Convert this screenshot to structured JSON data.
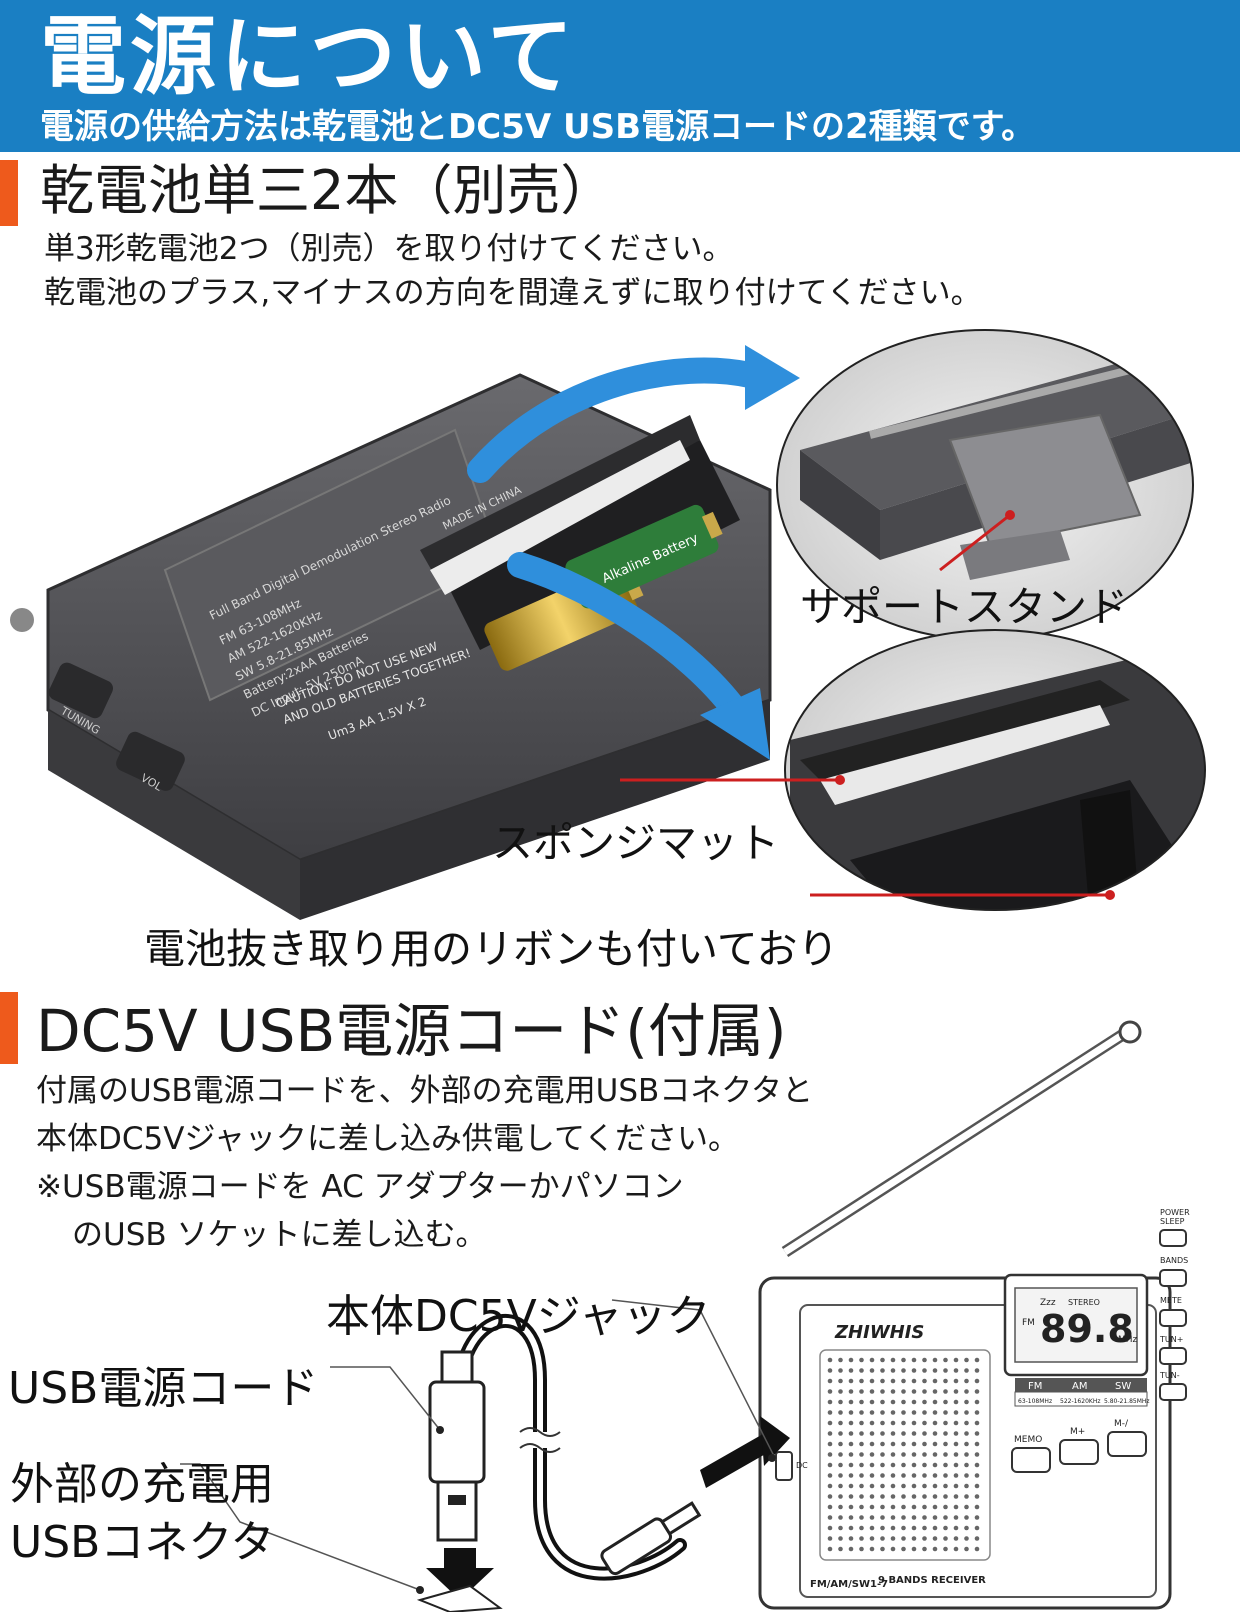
{
  "header": {
    "title": "電源について",
    "subtitle": "電源の供給方法は乾電池とDC5V USB電源コードの2種類です。"
  },
  "battery_section": {
    "heading": "乾電池単三2本（別売）",
    "line1": "単3形乾電池2つ（別売）を取り付けてください。",
    "line2": "乾電池のプラス,マイナスの方向を間違えずに取り付けてください。",
    "label_stand": "サポートスタンド",
    "label_sponge": "スポンジマット",
    "label_ribbon": "電池抜き取り用のリボンも付いており",
    "print_top": "Full Band Digital Demodulation Stereo Radio",
    "print_made": "MADE IN CHINA",
    "print_fm": "FM 63-108MHz",
    "print_am": "AM 522-1620KHz",
    "print_sw": "SW 5.8-21.85MHz",
    "print_batt": "Battery:2xAA Batteries",
    "print_dc": "DC Input: 5V 250mA",
    "caution1": "CAUTION: DO NOT USE NEW",
    "caution2": "AND OLD BATTERIES TOGETHER!",
    "caution3": "Um3 AA 1.5V X 2",
    "battery_brand": "Alkaline Battery",
    "tuning": "TUNING",
    "vol": "VOL"
  },
  "usb_section": {
    "heading": "DC5V USB電源コード(付属)",
    "line1": "付属のUSB電源コードを、外部の充電用USBコネクタと",
    "line2": "本体DC5Vジャックに差し込み供電してください。",
    "line3": "※USB電源コードを AC アダプターかパソコン",
    "line4": "のUSB ソケットに差し込む。",
    "label_jack": "本体DC5Vジャック",
    "label_cord": "USB電源コード",
    "label_connector_1": "外部の充電用",
    "label_connector_2": "USBコネクタ"
  },
  "radio_front": {
    "brand": "ZHIWHIS",
    "model": "FM/AM/SW1-7",
    "receiver": "9 BANDS RECEIVER",
    "frequency": "89.8",
    "unit": "MHz",
    "band_fm": "FM",
    "band_am": "AM",
    "band_sw": "SW",
    "range_fm": "63-108MHz",
    "range_am": "522-1620KHz",
    "range_sw": "5.80-21.85MHz",
    "zzz": "Zzz",
    "stereo": "STEREO",
    "lcd_fm": "FM",
    "btn_power_1": "POWER",
    "btn_power_2": "SLEEP",
    "btn_bands": "BANDS",
    "btn_mete": "METE",
    "btn_tun_up": "TUN+",
    "btn_tun_down": "TUN-",
    "btn_memo": "MEMO",
    "btn_mplus": "M+",
    "btn_mminus": "M-/",
    "dc": "DC"
  },
  "colors": {
    "header_blue": "#1a7fc3",
    "accent_orange": "#ee5a1c",
    "arrow_blue": "#2f8fdc",
    "leader_red": "#cc1f1f"
  }
}
